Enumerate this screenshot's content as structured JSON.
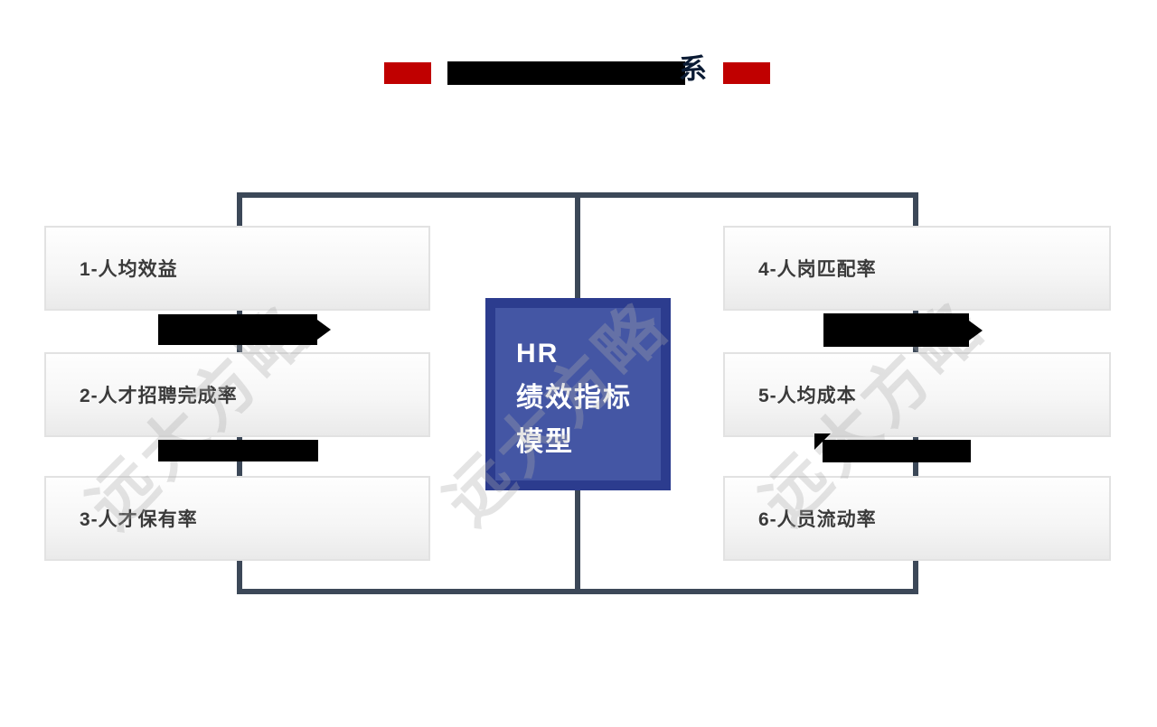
{
  "title": {
    "visible_text": "系"
  },
  "watermark": {
    "text": "远大方略"
  },
  "center_model": {
    "line1": "HR",
    "line2": "绩效指标",
    "line3": "模型"
  },
  "kpi": {
    "left": [
      {
        "label": "1-人均效益"
      },
      {
        "label": "2-人才招聘完成率"
      },
      {
        "label": "3-人才保有率"
      }
    ],
    "right": [
      {
        "label": "4-人岗匹配率"
      },
      {
        "label": "5-人均成本"
      },
      {
        "label": "6-人员流动率"
      }
    ]
  },
  "colors": {
    "accent_red": "#c00000",
    "title_navy": "#0a1a33",
    "connector_slate": "#3c4858",
    "model_outer_blue": "#2c3c8e",
    "model_inner_blue": "#4456a4",
    "redaction_black": "#000000"
  }
}
